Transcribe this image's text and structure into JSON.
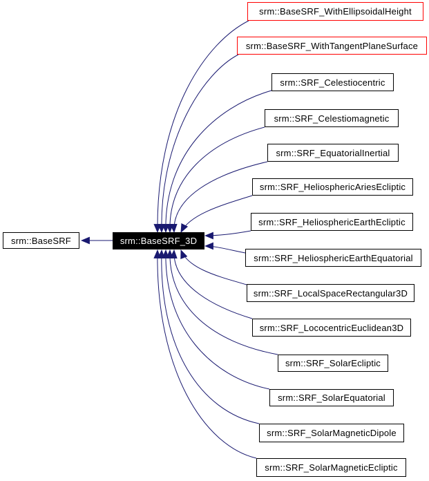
{
  "diagram": {
    "kind": "class-inheritance-graph",
    "direction": "derived-to-base",
    "colors": {
      "arrow": "#191970",
      "node_border": "#000000",
      "highlight_border": "#ff0000",
      "focus_background": "#000000",
      "focus_text": "#ffffff",
      "node_background": "#ffffff",
      "node_text": "#000000"
    },
    "nodes": {
      "base": {
        "label": "srm::BaseSRF"
      },
      "focus": {
        "label": "srm::BaseSRF_3D"
      },
      "derived": [
        {
          "label": "srm::BaseSRF_WithEllipsoidalHeight",
          "highlighted": true
        },
        {
          "label": "srm::BaseSRF_WithTangentPlaneSurface",
          "highlighted": true
        },
        {
          "label": "srm::SRF_Celestiocentric",
          "highlighted": false
        },
        {
          "label": "srm::SRF_Celestiomagnetic",
          "highlighted": false
        },
        {
          "label": "srm::SRF_EquatorialInertial",
          "highlighted": false
        },
        {
          "label": "srm::SRF_HeliosphericAriesEcliptic",
          "highlighted": false
        },
        {
          "label": "srm::SRF_HeliosphericEarthEcliptic",
          "highlighted": false
        },
        {
          "label": "srm::SRF_HeliosphericEarthEquatorial",
          "highlighted": false
        },
        {
          "label": "srm::SRF_LocalSpaceRectangular3D",
          "highlighted": false
        },
        {
          "label": "srm::SRF_LococentricEuclidean3D",
          "highlighted": false
        },
        {
          "label": "srm::SRF_SolarEcliptic",
          "highlighted": false
        },
        {
          "label": "srm::SRF_SolarEquatorial",
          "highlighted": false
        },
        {
          "label": "srm::SRF_SolarMagneticDipole",
          "highlighted": false
        },
        {
          "label": "srm::SRF_SolarMagneticEcliptic",
          "highlighted": false
        }
      ]
    }
  }
}
